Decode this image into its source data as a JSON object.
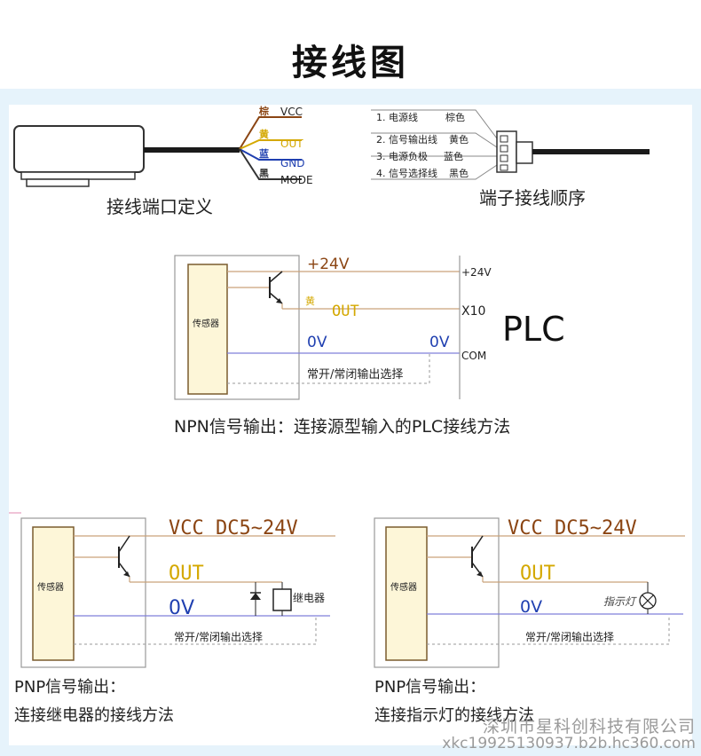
{
  "title": "接线图",
  "top_left": {
    "caption": "接线端口定义",
    "wires": [
      {
        "color_name": "棕",
        "label": "VCC",
        "color": "#8b4513"
      },
      {
        "color_name": "黄",
        "label": "OUT",
        "color": "#d4a800"
      },
      {
        "color_name": "蓝",
        "label": "GND",
        "color": "#1f3fb0"
      },
      {
        "color_name": "黑",
        "label": "MODE",
        "color": "#222222"
      }
    ]
  },
  "top_right": {
    "caption": "端子接线顺序",
    "pins": [
      {
        "name": "1. 电源线",
        "color": "棕色"
      },
      {
        "name": "2. 信号输出线",
        "color": "黄色"
      },
      {
        "name": "3. 电源负极",
        "color": "蓝色"
      },
      {
        "name": "4. 信号选择线",
        "color": "黑色"
      }
    ]
  },
  "npn": {
    "sensor_label": "传感器",
    "v24": "+24V",
    "yellow_mark": "黄",
    "out": "OUT",
    "ov_left": "0V",
    "ov_right": "0V",
    "mode_select": "常开/常闭输出选择",
    "plc_v24": "+24V",
    "plc_x10": "X10",
    "plc_com": "COM",
    "plc": "PLC",
    "caption": "NPN信号输出：连接源型输入的PLC接线方法"
  },
  "pnp_relay": {
    "sensor_label": "传感器",
    "vcc": "VCC  DC5~24V",
    "out": "OUT",
    "ov": "0V",
    "load": "继电器",
    "mode_select": "常开/常闭输出选择",
    "caption_line1": "PNP信号输出：",
    "caption_line2": "连接继电器的接线方法"
  },
  "pnp_lamp": {
    "sensor_label": "传感器",
    "vcc": "VCC  DC5~24V",
    "out": "OUT",
    "ov": "0V",
    "load": "指示灯",
    "mode_select": "常开/常闭输出选择",
    "caption_line1": "PNP信号输出：",
    "caption_line2": "连接指示灯的接线方法"
  },
  "watermark": {
    "company": "深圳市星科创科技有限公司",
    "url": "xkc19925130937.b2b.hc360.com"
  },
  "colors": {
    "panel_bg": "#e6f3fb",
    "sensor_fill": "#fdf6d8",
    "wire_tan": "#c9a27a",
    "wire_blue": "#7f7fd9",
    "text_yellow": "#d4a800",
    "text_blue": "#1f3fb0"
  }
}
